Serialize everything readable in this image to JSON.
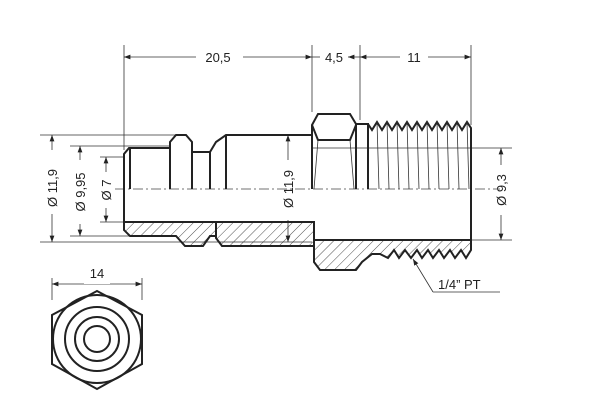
{
  "dimensions": {
    "length_nose": "20,5",
    "length_hex": "4,5",
    "length_thread": "11",
    "dia_outer_left": "Ø 11,9",
    "dia_groove": "Ø 9,95",
    "dia_bore": "Ø 7",
    "dia_body": "Ø 11,9",
    "dia_thread_bore": "Ø 9,3",
    "hex_width": "14"
  },
  "thread_label": "1/4” PT"
}
